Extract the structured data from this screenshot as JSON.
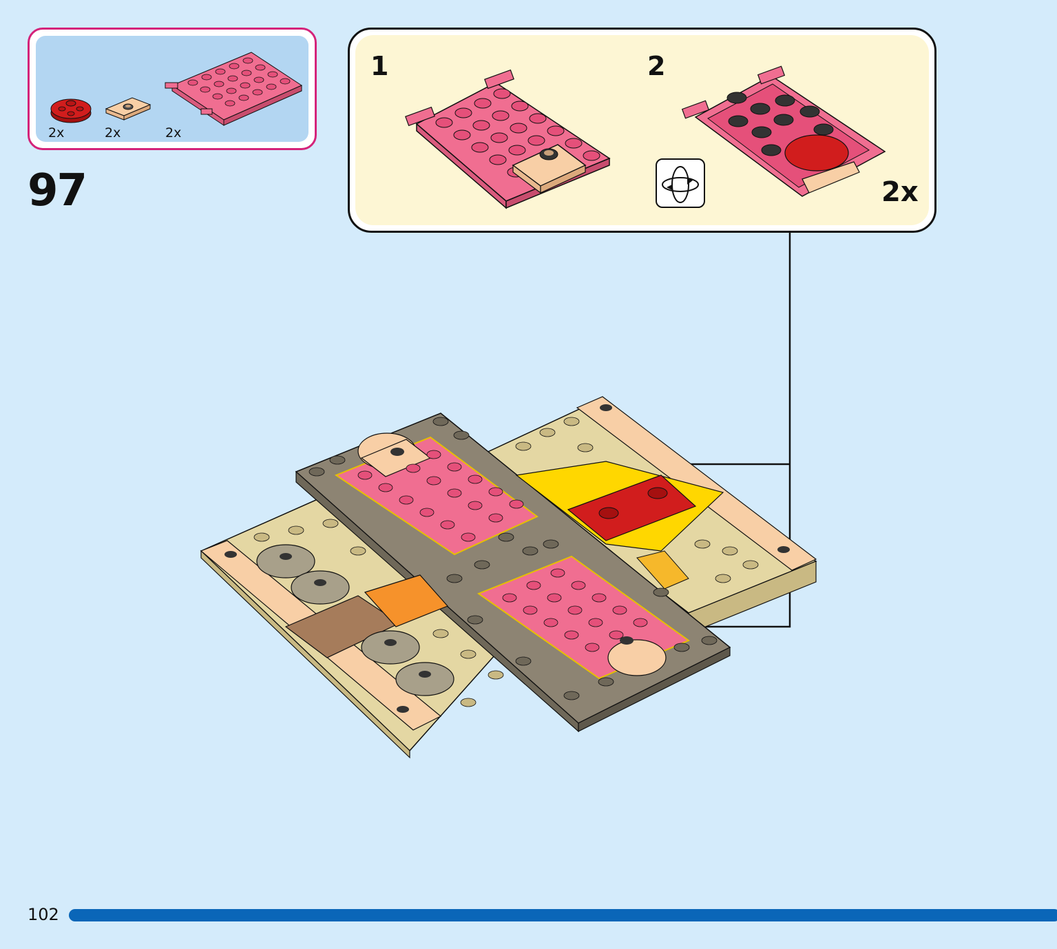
{
  "parts_list": {
    "items": [
      {
        "name": "red-round-plate",
        "quantity": "2x",
        "color": "#d11d1d"
      },
      {
        "name": "tan-jumper-plate",
        "quantity": "2x",
        "color": "#f8cfa6"
      },
      {
        "name": "pink-clip-plate",
        "quantity": "2x",
        "color": "#f06e91"
      }
    ],
    "border_color": "#d4237a",
    "background_color": "#b3d6f2"
  },
  "step": {
    "number": "97"
  },
  "sub_assembly": {
    "steps": [
      {
        "number": "1"
      },
      {
        "number": "2"
      }
    ],
    "multiplier": "2x",
    "rotate_icon": "rotate-icon",
    "background_color": "#fdf6d4"
  },
  "colors": {
    "page_background": "#d4ebfb",
    "pink": "#f06e91",
    "dark_tan": "#8d8473",
    "tan": "#e4d7a3",
    "light_nougat": "#f8cfa6",
    "red": "#d11d1d",
    "yellow": "#ffd700",
    "orange": "#f6922b",
    "gray_tile": "#a8a08a",
    "progress_bar": "#0a66b8"
  },
  "footer": {
    "page_number": "102"
  }
}
